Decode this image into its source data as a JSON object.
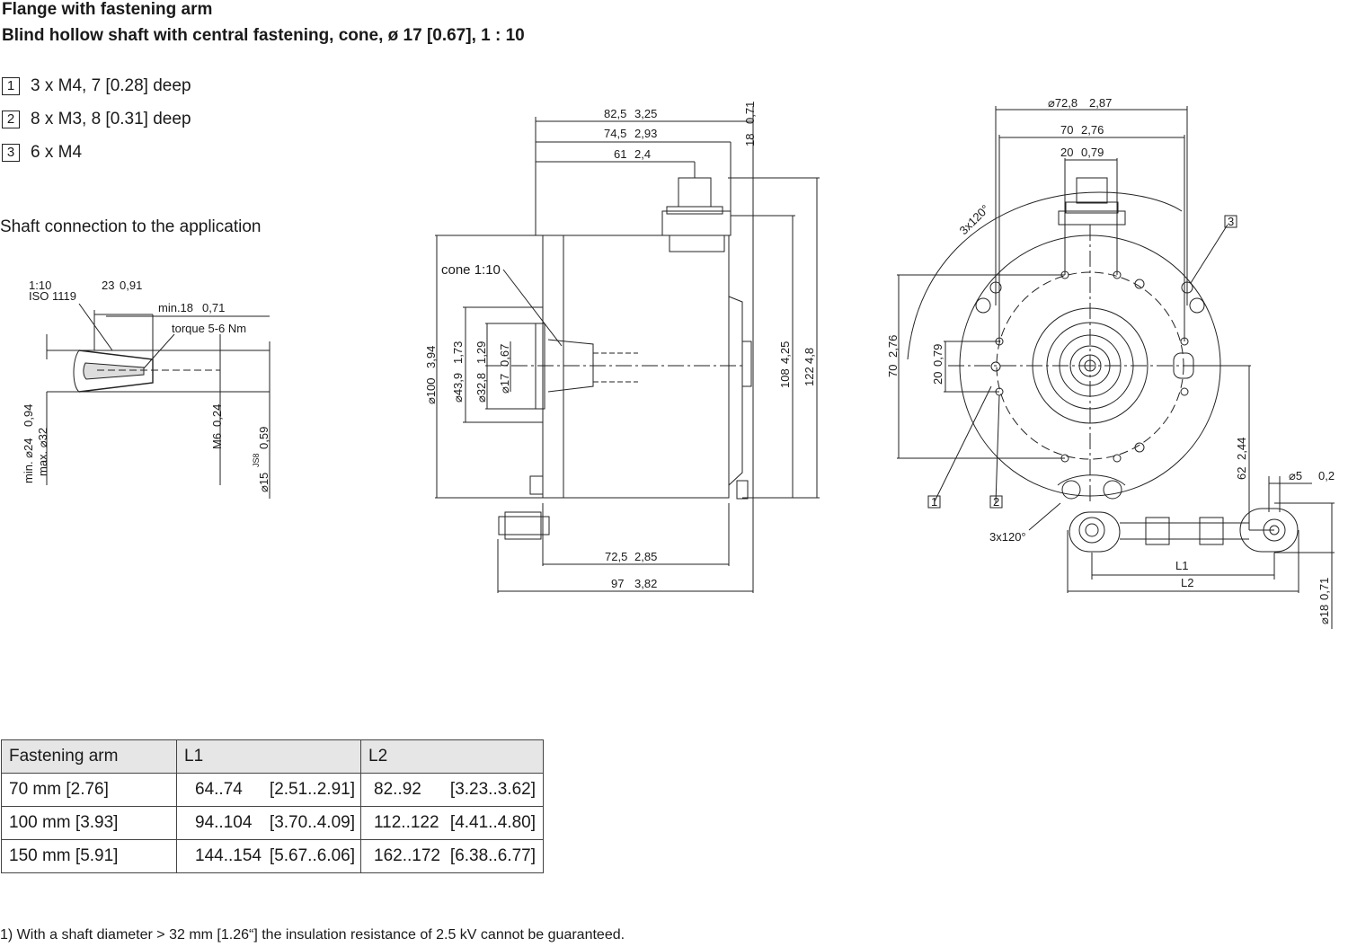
{
  "title": "Flange with fastening arm",
  "subtitle": "Blind hollow shaft with central fastening, cone, ø 17 [0.67], 1 : 10",
  "notes": [
    {
      "num": "1",
      "text": "3 x M4, 7 [0.28] deep"
    },
    {
      "num": "2",
      "text": "8 x M3, 8 [0.31] deep"
    },
    {
      "num": "3",
      "text": "6 x M4"
    }
  ],
  "shaft_heading": "Shaft connection to the application",
  "shaft_detail": {
    "ratio": "1:10",
    "standard": "ISO 1119",
    "len23": "23",
    "len23_in": "0,91",
    "min18": "min.18",
    "min18_in": "0,71",
    "torque": "torque 5-6 Nm",
    "min_d24": "min. ⌀24",
    "min_d24_in": "0,94",
    "max_d32": "max. ⌀32",
    "m6": "M6",
    "m6_in": "0,24",
    "d15": "⌀15",
    "d15_in": "0,59",
    "tol": "JS8"
  },
  "side_view": {
    "d825": "82,5",
    "d825_in": "3,25",
    "d745": "74,5",
    "d745_in": "2,93",
    "d61": "61",
    "d61_in": "2,4",
    "d18": "18",
    "d18_in": "0,71",
    "cone": "cone 1:10",
    "d100": "⌀100",
    "d100_in": "3,94",
    "d439": "⌀43,9",
    "d439_in": "1,73",
    "d328": "⌀32,8",
    "d328_in": "1,29",
    "d17": "⌀17",
    "d17_in": "0,67",
    "d108": "108",
    "d108_in": "4,25",
    "d122": "122",
    "d122_in": "4,8",
    "d725": "72,5",
    "d725_in": "2,85",
    "d97": "97",
    "d97_in": "3,82"
  },
  "front_view": {
    "d728": "⌀72,8",
    "d728_in": "2,87",
    "d70": "70",
    "d70_in": "2,76",
    "d20": "20",
    "d20_in": "0,79",
    "angle": "3x120°",
    "v70": "70",
    "v70_in": "2,76",
    "v20": "20",
    "v20_in": "0,79",
    "v62": "62",
    "v62_in": "2,44",
    "d5": "⌀5",
    "d5_in": "0,2",
    "d18": "⌀18",
    "d18_in": "0,71",
    "angle2": "3x120°",
    "l1": "L1",
    "l2": "L2",
    "tag1": "1",
    "tag2": "2",
    "tag3": "3"
  },
  "table": {
    "headers": [
      "Fastening arm",
      "L1",
      "L2"
    ],
    "rows": [
      {
        "arm": "70 mm [2.76]",
        "l1_mm": "64..74",
        "l1_in": "[2.51..2.91]",
        "l2_mm": "82..92",
        "l2_in": "[3.23..3.62]"
      },
      {
        "arm": "100 mm [3.93]",
        "l1_mm": "94..104",
        "l1_in": "[3.70..4.09]",
        "l2_mm": "112..122",
        "l2_in": "[4.41..4.80]"
      },
      {
        "arm": "150 mm [5.91]",
        "l1_mm": "144..154",
        "l1_in": "[5.67..6.06]",
        "l2_mm": "162..172",
        "l2_in": "[6.38..6.77]"
      }
    ]
  },
  "footnote": "1)   With a shaft diameter > 32 mm [1.26“] the insulation resistance of 2.5 kV cannot be guaranteed."
}
